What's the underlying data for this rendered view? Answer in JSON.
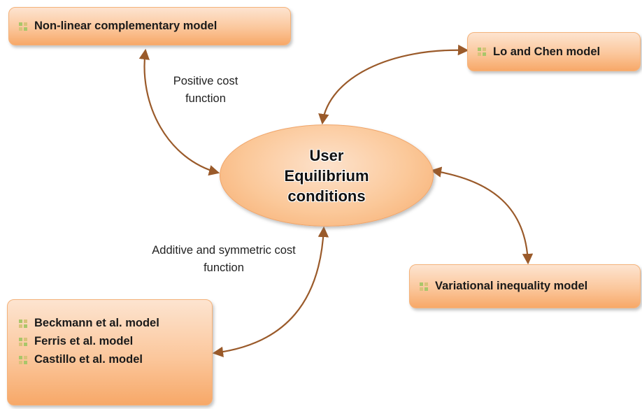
{
  "nodes": {
    "center": {
      "label": "User Equilibrium conditions"
    },
    "nonlinear": {
      "items": [
        "Non-linear complementary model"
      ]
    },
    "lo_chen": {
      "items": [
        "Lo and Chen model"
      ]
    },
    "variational": {
      "items": [
        "Variational inequality model"
      ]
    },
    "models_group": {
      "items": [
        "Beckmann et al. model",
        "Ferris et al. model",
        "Castillo et al. model"
      ]
    }
  },
  "edges": {
    "positive_cost": {
      "label": "Positive cost function"
    },
    "additive_symmetric": {
      "label": "Additive and symmetric cost function"
    }
  },
  "colors": {
    "box_fill": "#fbc79c",
    "box_border": "#f4b27a",
    "arrow": "#9a5a2a",
    "bullet_green": "#a9c66a",
    "bullet_tan": "#d8c27a"
  }
}
